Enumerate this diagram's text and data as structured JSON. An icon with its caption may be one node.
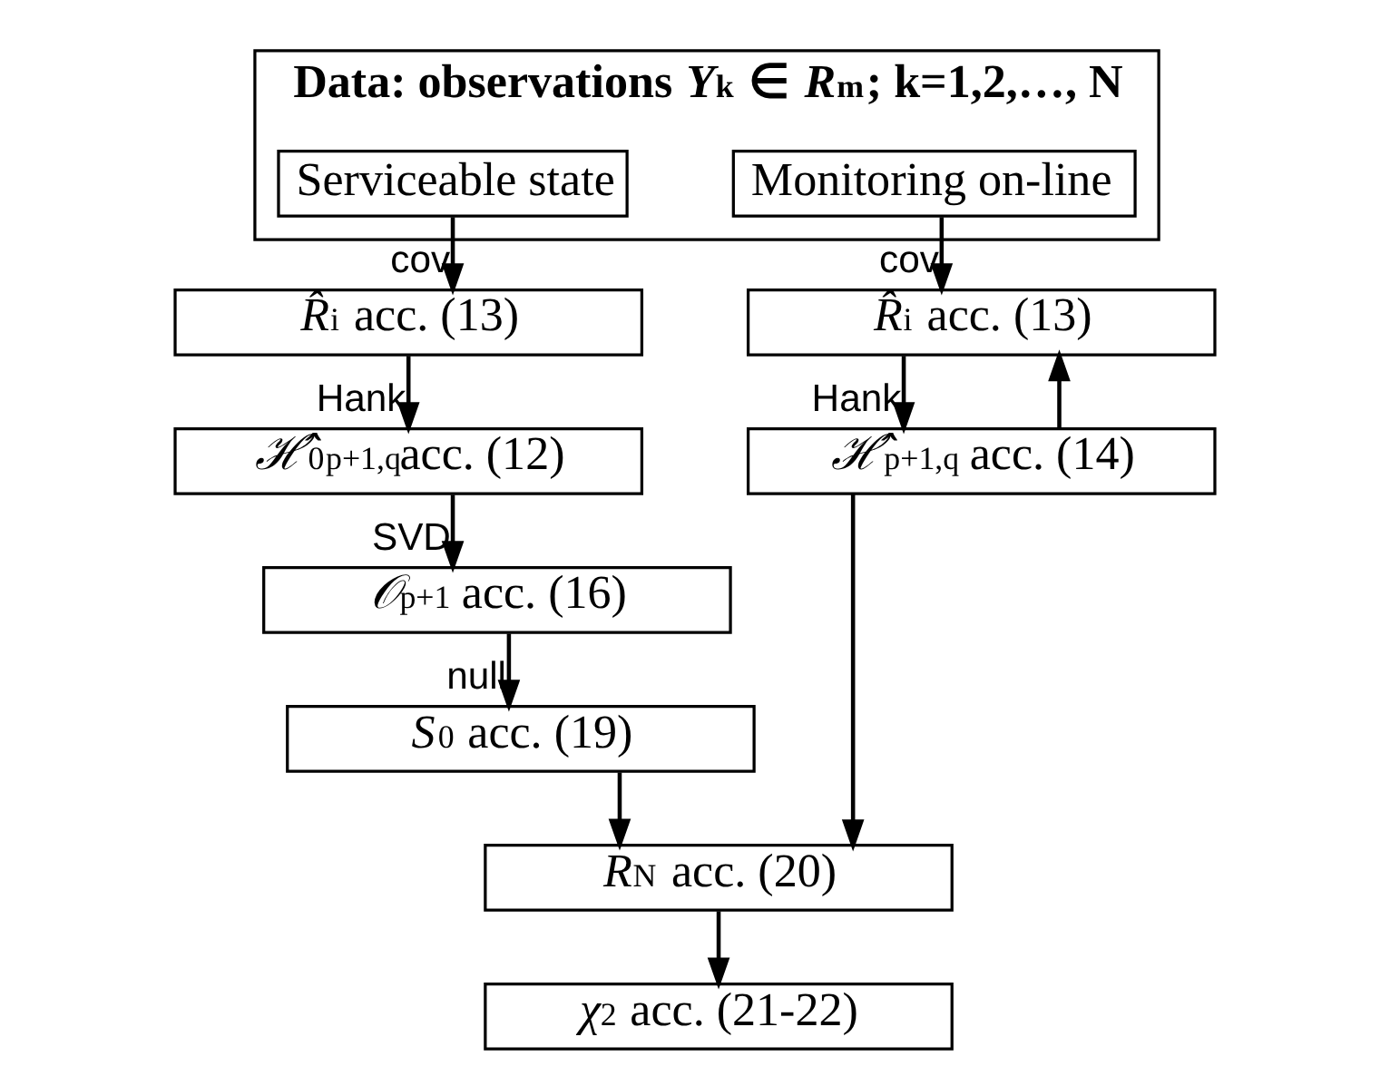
{
  "diagram": {
    "nodes": [
      {
        "text": [
          "Data: observations *Y*$_{k}$ ∈ *R*$^{m}$; k=1,2,…, N"
        ]
      },
      {
        "text": [
          "Serviceable state"
        ],
        "in": 0
      },
      {
        "text": [
          "Monitoring on-line"
        ],
        "in": 0
      },
      {
        "text": [
          "*R̂*$_{i}$ acc. (13)"
        ]
      },
      {
        "text": [
          "*ℋ̂*$^{0}$$_{p+1,q}$acc. (12)"
        ]
      },
      {
        "text": [
          "*𝒪*$_{p+1}$ acc. (16)"
        ]
      },
      {
        "text": [
          "*S*$_{0}$ acc. (19)"
        ]
      },
      {
        "text": [
          "*R̂*$_{i}$ acc. (13)"
        ]
      },
      {
        "text": [
          "*ℋ̂*$_{p+1,q}$ acc. (14)"
        ]
      },
      {
        "text": [
          "*R*$_{N}$ acc. (20)"
        ]
      },
      {
        "text": [
          "*χ*$^{2}$ acc. (21-22)"
        ]
      }
    ],
    "edges": [
      {
        "from": 1,
        "to": 3,
        "arrow": "to",
        "label": "cov"
      },
      {
        "from": 3,
        "to": 4,
        "arrow": "to",
        "label": "Hank"
      },
      {
        "from": 4,
        "to": 5,
        "arrow": "to",
        "label": "SVD"
      },
      {
        "from": 5,
        "to": 6,
        "arrow": "to",
        "label": "null"
      },
      {
        "from": 2,
        "to": 7,
        "arrow": "to",
        "label": "cov"
      },
      {
        "from": 7,
        "to": 8,
        "arrow": "to",
        "label": "Hank"
      },
      {
        "from": 8,
        "to": 7,
        "arrow": "to"
      },
      {
        "from": 6,
        "to": 9,
        "arrow": "to"
      },
      {
        "from": 8,
        "to": 9,
        "arrow": "to"
      },
      {
        "from": 9,
        "to": 10,
        "arrow": "to"
      }
    ]
  }
}
